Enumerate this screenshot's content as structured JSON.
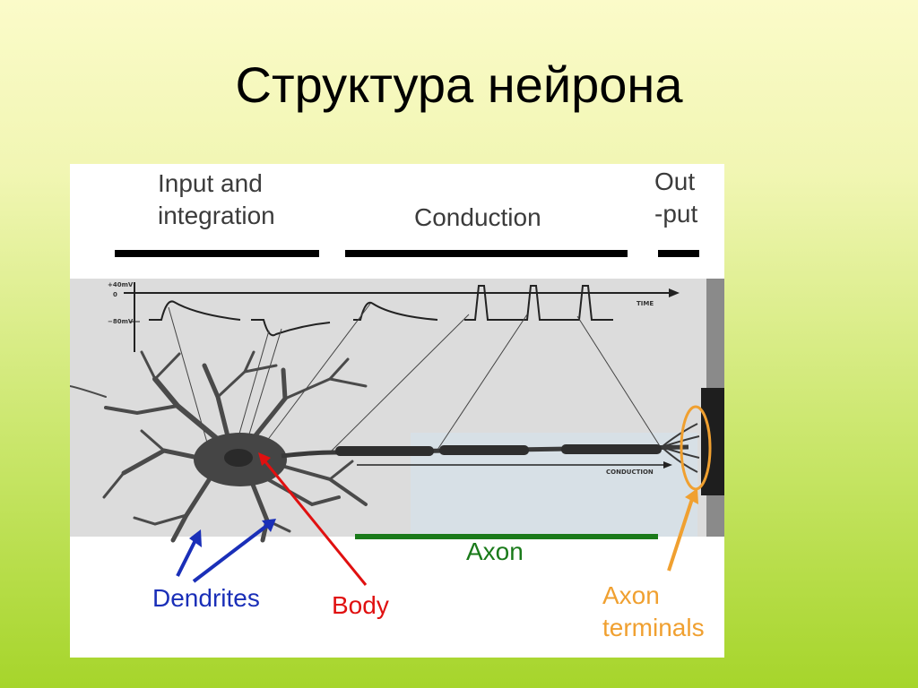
{
  "slide": {
    "title": "Структура нейрона"
  },
  "diagram": {
    "sections": {
      "input": [
        "Input and",
        "integration"
      ],
      "conduction": "Conduction",
      "output": [
        "Out",
        "-put"
      ]
    },
    "plot": {
      "y_labels": [
        "+40mV",
        "0",
        "−80mV"
      ],
      "time_label": "TIME",
      "conduction_label": "CONDUCTION"
    },
    "parts": {
      "axon": "Axon",
      "dendrites": "Dendrites",
      "body": "Body",
      "terminals": [
        "Axon",
        "terminals"
      ]
    },
    "colors": {
      "axon": "#1a7a1a",
      "dendrites": "#1a2fb8",
      "body": "#e01010",
      "terminals": "#f0a030"
    }
  }
}
